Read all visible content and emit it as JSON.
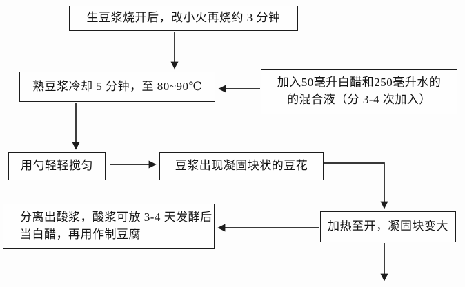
{
  "diagram": {
    "type": "flowchart",
    "language": "zh-CN",
    "colors": {
      "background": "#fdfdfd",
      "box_border": "#1c1c1c",
      "text": "#141414",
      "arrow": "#1c1c1c"
    },
    "nodes": [
      {
        "id": "boil",
        "text": "生豆浆烧开后，改小火再烧约 3 分钟"
      },
      {
        "id": "cool",
        "text": "熟豆浆冷却 5 分钟，至 80~90℃"
      },
      {
        "id": "vinegar",
        "line1": "加入50毫升白醋和250毫升水的",
        "line2": "的混合液（分 3-4 次加入）"
      },
      {
        "id": "stir",
        "text": "用勺轻轻搅匀"
      },
      {
        "id": "curd",
        "text": "豆浆出现凝固块状的豆花"
      },
      {
        "id": "heat",
        "text": "加热至开，凝固块变大"
      },
      {
        "id": "whey",
        "line1": "分离出酸浆，酸浆可放 3-4 天发酵后",
        "line2": "当白醋，再用作制豆腐"
      }
    ],
    "edges": [
      {
        "from": "boil",
        "to": "cool",
        "direction": "down"
      },
      {
        "from": "vinegar",
        "to": "cool",
        "direction": "left"
      },
      {
        "from": "cool",
        "to": "stir",
        "direction": "down"
      },
      {
        "from": "stir",
        "to": "curd",
        "direction": "right"
      },
      {
        "from": "curd",
        "to": "heat",
        "direction": "right-then-down"
      },
      {
        "from": "heat",
        "to": "whey",
        "direction": "left"
      },
      {
        "from": "heat",
        "to": "offscreen-bottom",
        "direction": "down"
      }
    ]
  }
}
